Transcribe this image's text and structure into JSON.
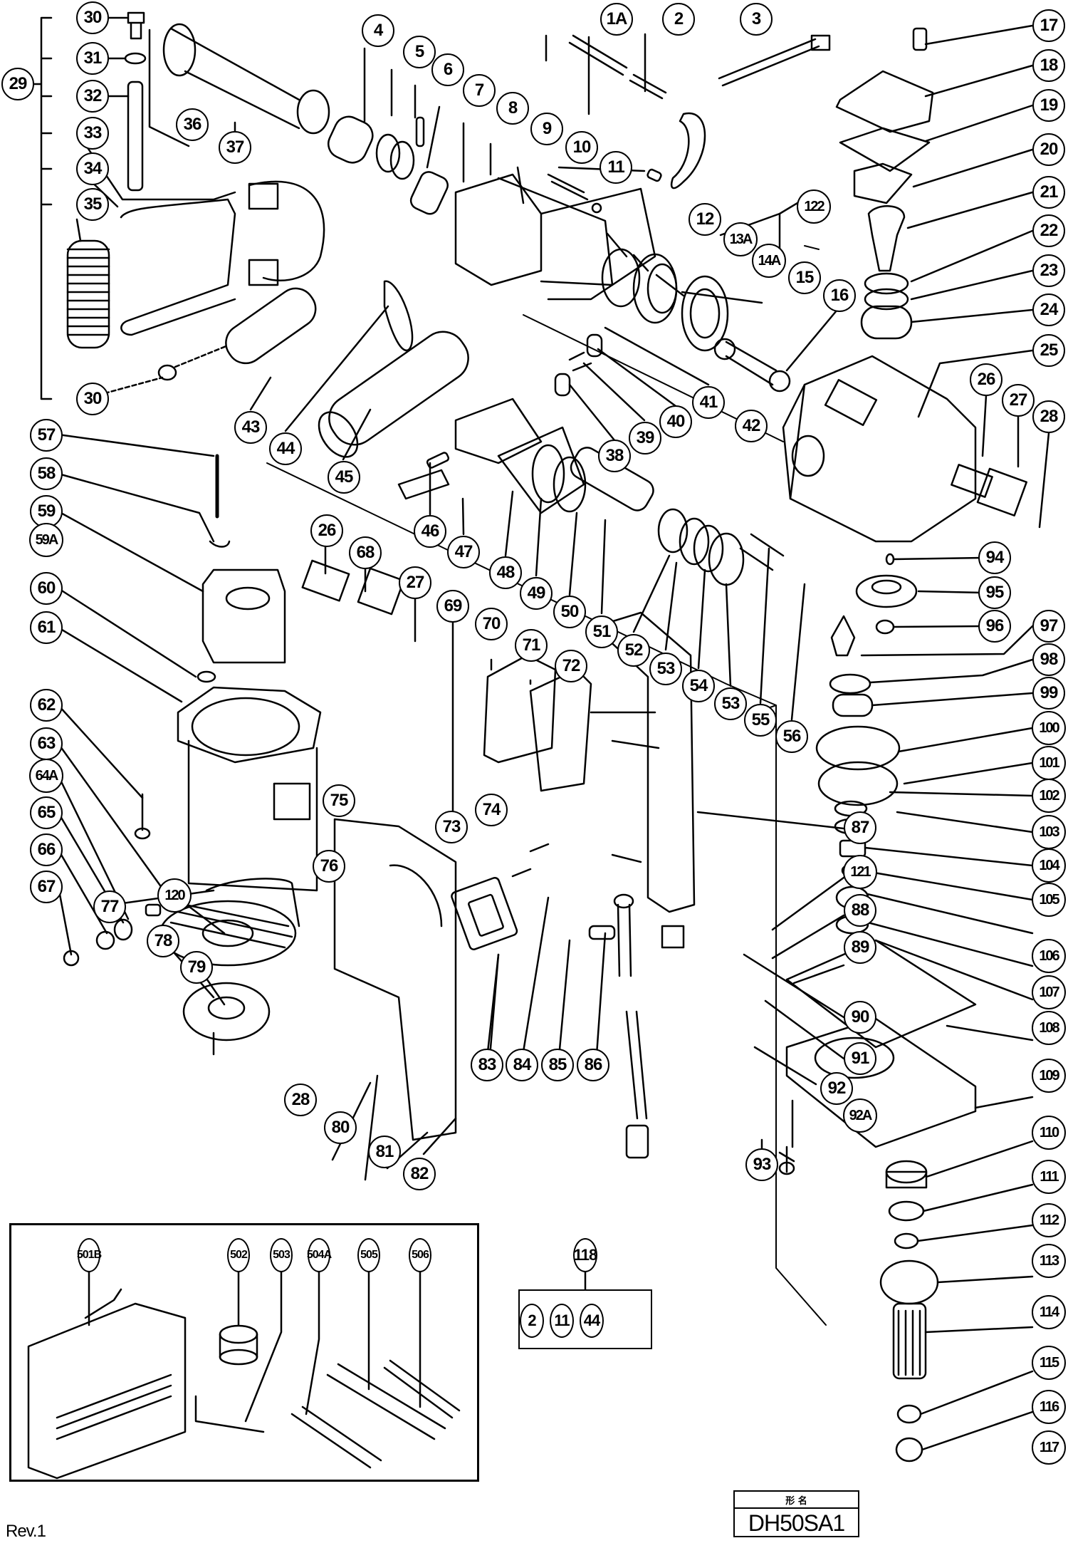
{
  "document": {
    "type": "exploded parts diagram",
    "model_header": "形 名",
    "model": "DH50SA1",
    "revision": "Rev.1"
  },
  "callouts": {
    "c30a": "30",
    "c31": "31",
    "c29": "29",
    "c32": "32",
    "c33": "33",
    "c34": "34",
    "c35": "35",
    "c36": "36",
    "c37": "37",
    "c30b": "30",
    "c4": "4",
    "c5": "5",
    "c6": "6",
    "c7": "7",
    "c8": "8",
    "c9": "9",
    "c10": "10",
    "c11": "11",
    "c1A": "1A",
    "c2": "2",
    "c3": "3",
    "c12": "12",
    "c13A": "13A",
    "c122": "122",
    "c14A": "14A",
    "c15": "15",
    "c16": "16",
    "c17": "17",
    "c18": "18",
    "c19": "19",
    "c20": "20",
    "c21": "21",
    "c22": "22",
    "c23": "23",
    "c24": "24",
    "c25": "25",
    "c26a": "26",
    "c27a": "27",
    "c28a": "28",
    "c43": "43",
    "c44": "44",
    "c45": "45",
    "c46": "46",
    "c47": "47",
    "c48": "48",
    "c49": "49",
    "c50": "50",
    "c51": "51",
    "c52": "52",
    "c53a": "53",
    "c54": "54",
    "c53b": "53",
    "c55": "55",
    "c56": "56",
    "c38": "38",
    "c39": "39",
    "c40": "40",
    "c41": "41",
    "c42": "42",
    "c57": "57",
    "c58": "58",
    "c59": "59",
    "c59A": "59A",
    "c60": "60",
    "c61": "61",
    "c62": "62",
    "c63": "63",
    "c64A": "64A",
    "c65": "65",
    "c66": "66",
    "c67": "67",
    "c26b": "26",
    "c68": "68",
    "c27b": "27",
    "c69": "69",
    "c70": "70",
    "c71": "71",
    "c72": "72",
    "c73": "73",
    "c74": "74",
    "c75": "75",
    "c76": "76",
    "c77": "77",
    "c120": "120",
    "c78": "78",
    "c79": "79",
    "c28b": "28",
    "c80": "80",
    "c81": "81",
    "c82": "82",
    "c83": "83",
    "c84": "84",
    "c85": "85",
    "c86": "86",
    "c87": "87",
    "c121": "121",
    "c88": "88",
    "c89": "89",
    "c90": "90",
    "c91": "91",
    "c92": "92",
    "c92A": "92A",
    "c93": "93",
    "c94": "94",
    "c95": "95",
    "c96": "96",
    "c97": "97",
    "c98": "98",
    "c99": "99",
    "c100": "100",
    "c101": "101",
    "c102": "102",
    "c103": "103",
    "c104": "104",
    "c105": "105",
    "c106": "106",
    "c107": "107",
    "c108": "108",
    "c109": "109",
    "c110": "110",
    "c111": "111",
    "c112": "112",
    "c113": "113",
    "c114": "114",
    "c115": "115",
    "c116": "116",
    "c117": "117"
  },
  "accessories": {
    "c501B": "501B",
    "c502": "502",
    "c503": "503",
    "c504A": "504A",
    "c505": "505",
    "c506": "506"
  },
  "set_group": {
    "label": "118",
    "members": [
      "2",
      "11",
      "44"
    ]
  }
}
